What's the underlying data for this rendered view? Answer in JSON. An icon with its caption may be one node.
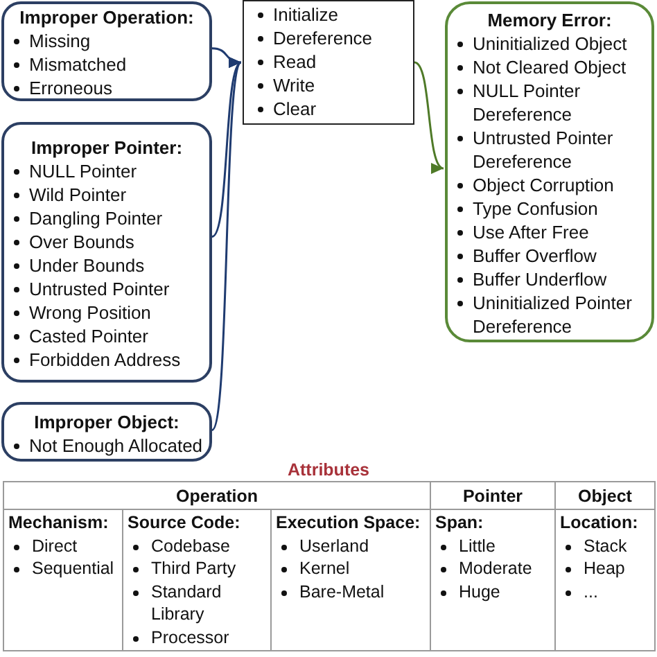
{
  "diagram": {
    "nodes": [
      {
        "text": [
          "Improper Operation:",
          "Missing",
          "Mismatched",
          "Erroneous"
        ]
      },
      {
        "text": [
          "Improper Pointer:",
          "NULL Pointer",
          "Wild Pointer",
          "Dangling Pointer",
          "Over Bounds",
          "Under Bounds",
          "Untrusted Pointer",
          "Wrong Position",
          "Casted Pointer",
          "Forbidden Address"
        ]
      },
      {
        "text": [
          "Improper Object:",
          "Not Enough Allocated"
        ]
      },
      {
        "text": [
          "Initialize",
          "Dereference",
          "Read",
          "Write",
          "Clear"
        ]
      },
      {
        "text": [
          "Memory Error:",
          "Uninitialized Object",
          "Not Cleared Object",
          "NULL Pointer Dereference",
          "Untrusted Pointer Dereference",
          "Object Corruption",
          "Type Confusion",
          "Use After Free",
          "Buffer Overflow",
          "Buffer Underflow",
          "Uninitialized Pointer Dereference"
        ]
      }
    ],
    "edges": [
      {
        "from": 0,
        "to": 3,
        "arrow": "to"
      },
      {
        "from": 1,
        "to": 3,
        "arrow": "to"
      },
      {
        "from": 2,
        "to": 3,
        "arrow": "to"
      },
      {
        "from": 3,
        "to": 4,
        "arrow": "to",
        "color": "#4f7a28"
      }
    ],
    "labels": [
      "Attributes",
      "Operation",
      "Pointer",
      "Object",
      "Mechanism:",
      "Direct",
      "Sequential",
      "Source Code:",
      "Codebase",
      "Third Party",
      "Standard Library",
      "Processor",
      "Execution Space:",
      "Userland",
      "Kernel",
      "Bare-Metal",
      "Span:",
      "Little",
      "Moderate",
      "Huge",
      "Location:",
      "Stack",
      "Heap",
      "..."
    ]
  }
}
